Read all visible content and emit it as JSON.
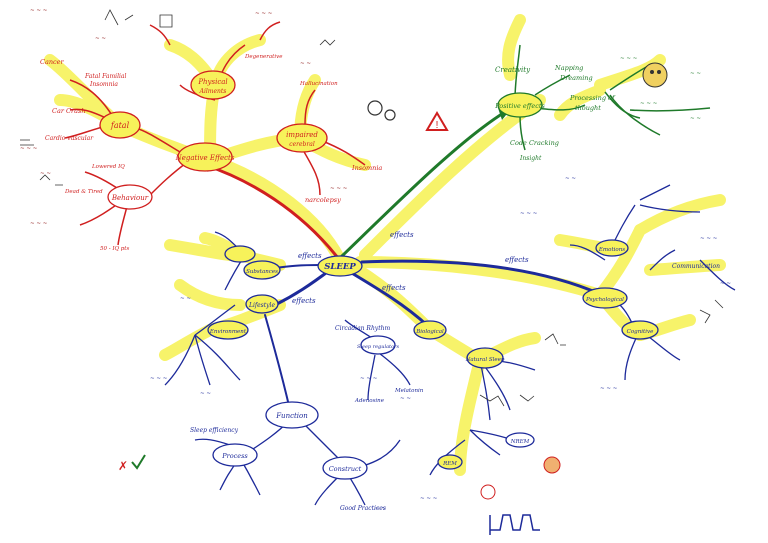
{
  "colors": {
    "highlight": "#f7f25a",
    "red": "#d01f1f",
    "green": "#1f7a2a",
    "blue": "#1d2a9a",
    "darkred": "#8a1010"
  },
  "center": {
    "label": "SLEEP"
  },
  "connectors": {
    "effects_left": "effects",
    "effects_mid": "effects",
    "effects_right": "effects",
    "effects_lower": "effects",
    "effects_blue": "effects"
  },
  "red_branch": {
    "main": "Negative Effects",
    "fatal": "fatal",
    "behaviour": "Behaviour",
    "physical": "Physical",
    "physical_sub": "Ailments",
    "impaired": "impaired",
    "impaired_sub": "cerebral",
    "car_crash": "Car Crash",
    "cancer": "Cancer",
    "fatal_familial": "Fatal Familial",
    "fatal_familial_sub": "Insomnia",
    "cardio": "Cardio-vascular",
    "insomnia": "Insomnia",
    "narcolepsy": "narcolepsy",
    "lowered_iq": "Lowered IQ",
    "dead_tired": "Dead & Tired",
    "fifty_iq": "50 - IQ pts",
    "hallucination": "Hallucination",
    "degenerative": "Degenerative"
  },
  "green_branch": {
    "main": "Positive effects",
    "creativity": "Creativity",
    "napping": "Napping",
    "dreaming": "Dreaming",
    "processing": "Processing of",
    "processing_sub": "thought",
    "code_cracking": "Code Cracking",
    "insight": "Insight"
  },
  "blue_branch": {
    "substances": "Substances",
    "lifestyle": "Lifestyle",
    "environment": "Environment",
    "function": "Function",
    "process": "Process",
    "construct": "Construct",
    "good_practices": "Good Practices",
    "sleep_efficiency": "Sleep efficiency",
    "biological": "Biological",
    "sleep_regulators": "Sleep regulators",
    "circadian": "Circadian Rhythm",
    "natural_sleep": "Natural Sleep",
    "psychological": "Psychological",
    "cognitive": "Cognitive",
    "emotions": "Emotions",
    "communication": "Communication",
    "rem": "REM",
    "nrem": "NREM",
    "melatonin": "Melatonin",
    "adenosine": "Adenosine"
  }
}
